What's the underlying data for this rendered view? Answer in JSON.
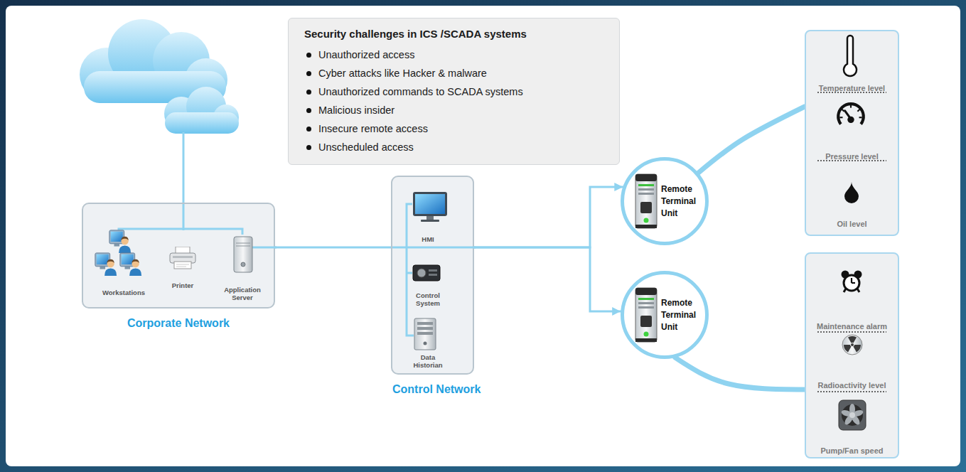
{
  "diagram": {
    "nodes": [
      {
        "text": [
          "Security challenges in ICS /SCADA systems",
          "Unauthorized access",
          "Cyber attacks like Hacker & malware",
          "Unauthorized commands to SCADA systems",
          "Malicious insider",
          "Insecure remote access",
          "Unscheduled access"
        ]
      },
      {
        "text": [
          "Corporate Network"
        ]
      },
      {
        "text": [
          "Workstations"
        ],
        "in": 1
      },
      {
        "text": [
          "Printer"
        ],
        "in": 1
      },
      {
        "text": [
          "Application Server"
        ],
        "in": 1
      },
      {
        "text": [
          "Control Network"
        ]
      },
      {
        "text": [
          "HMI"
        ],
        "in": 5
      },
      {
        "text": [
          "Control System"
        ],
        "in": 5
      },
      {
        "text": [
          "Data Historian"
        ],
        "in": 5
      },
      {
        "text": [
          "Remote Terminal Unit"
        ]
      },
      {
        "text": [
          "Remote Terminal Unit"
        ]
      },
      {
        "text": [
          "Temperature level",
          "Pressure level",
          "Oil level"
        ]
      },
      {
        "text": [
          "Maintenance alarm",
          "Radioactivity level",
          "Pump/Fan speed"
        ]
      }
    ],
    "edges": [
      {
        "from": 1,
        "to": 5,
        "arrow": "none"
      },
      {
        "from": 5,
        "to": 9,
        "arrow": "to"
      },
      {
        "from": 5,
        "to": 10,
        "arrow": "to"
      },
      {
        "from": 9,
        "to": 11,
        "arrow": "none"
      },
      {
        "from": 10,
        "to": 12,
        "arrow": "none"
      }
    ]
  }
}
